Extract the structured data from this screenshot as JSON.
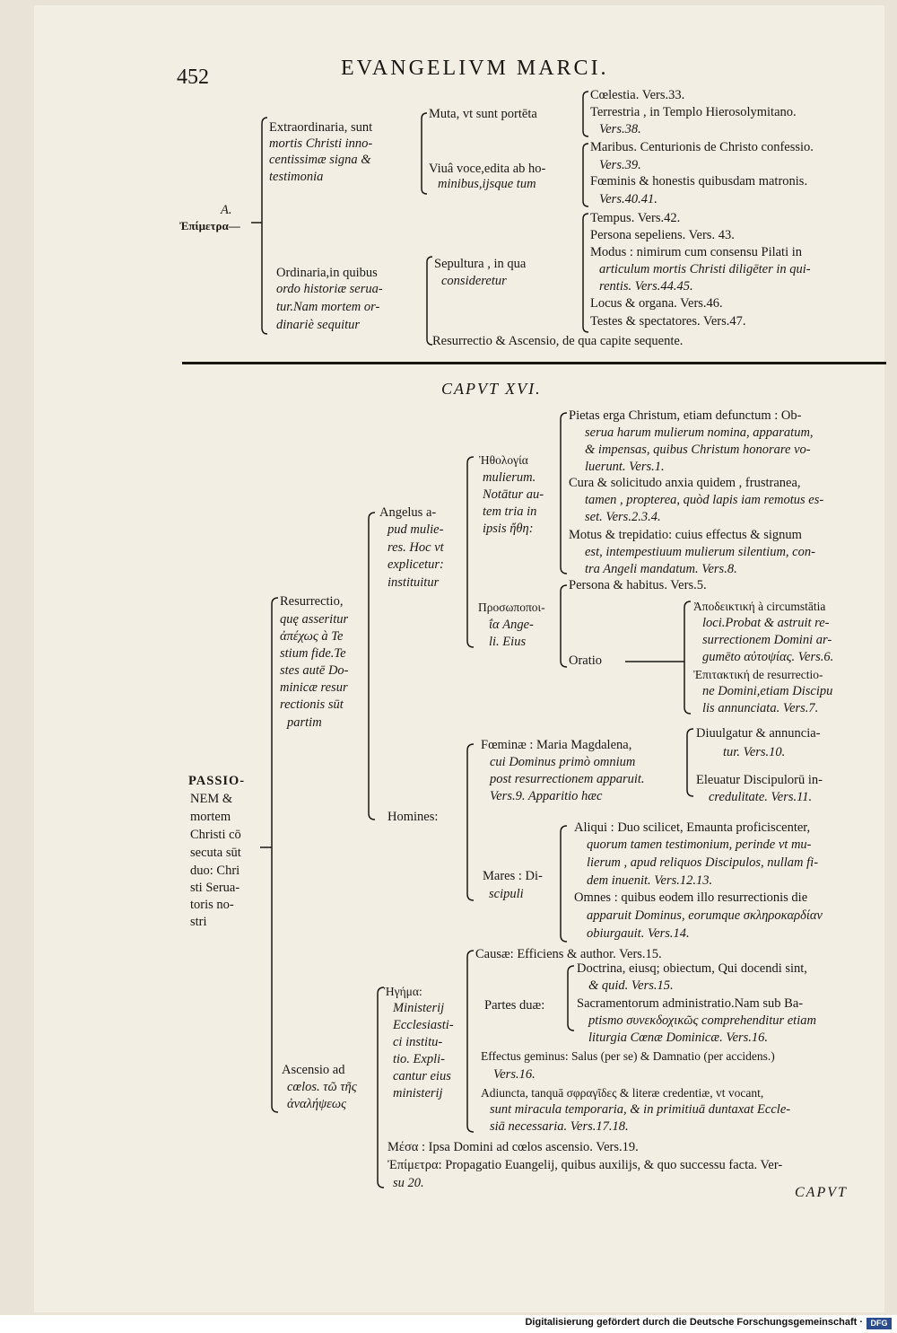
{
  "header": {
    "page_number": "452",
    "title": "EVANGELIVM MARCI."
  },
  "upper": {
    "epimetrum_label_a": "A.",
    "epimetrum_label_b": "Ἐπίμετρα—",
    "extra": [
      "Extraordinaria, sunt",
      "mortis Christi inno-",
      "centissimæ signa &",
      "testimonia"
    ],
    "muta": "Muta, vt sunt portēta",
    "viva": [
      "Viuâ voce,edita ab ho-",
      "minibus,ijsque tum"
    ],
    "muta_items": [
      "Cœlestia. Vers.33.",
      "Terrestria , in Templo Hierosolymitano.",
      "Vers.38."
    ],
    "viva_items": [
      "Maribus. Centurionis de Christo confessio.",
      "Vers.39.",
      "Fœminis & honestis quibusdam matronis.",
      "Vers.40.41."
    ],
    "ordinaria": [
      "Ordinaria,in quibus",
      "ordo historiæ serua-",
      "tur.Nam mortem or-",
      "dinariè sequitur"
    ],
    "sepultura": [
      "Sepultura  , in qua",
      "consideretur"
    ],
    "sep_items": [
      "Tempus. Vers.42.",
      "Persona sepeliens. Vers. 43.",
      "Modus : nimirum cum consensu Pilati in",
      "articulum mortis Christi diligēter in qui-",
      "rentis. Vers.44.45.",
      "Locus & organa. Vers.46.",
      "Testes & spectatores. Vers.47."
    ],
    "resurrectio_line": "Resurrectio & Ascensio, de qua capite sequente."
  },
  "caput_heading": "CAPVT XVI.",
  "lower": {
    "passio": [
      "PASSIO-",
      "NEM &",
      "mortem",
      "Christi cō",
      "secuta sūt",
      "duo: Chri",
      "sti Serua-",
      "toris no-",
      "stri"
    ],
    "resurrectio": [
      "Resurrectio,",
      "quę asseritur",
      "ἀπέχως à Te",
      "stium fide.Te",
      "stes autē Do-",
      "minicæ resur",
      "rectionis sūt",
      "partim"
    ],
    "angelus": [
      "Angelus a-",
      "pud mulie-",
      "res. Hoc vt",
      "explicetur:",
      "instituitur"
    ],
    "ethologia": [
      "Ἠθολογία",
      "mulierum.",
      "Notātur au-",
      "tem tria in",
      "ipsis ἤθη:"
    ],
    "ethologia_items": [
      "Pietas erga Christum, etiam defunctum : Ob-",
      "serua harum mulierum nomina, apparatum,",
      "& impensas, quibus Christum honorare vo-",
      "luerunt. Vers.1.",
      "Cura & solicitudo anxia quidem , frustranea,",
      "tamen , propterea, quòd lapis iam remotus es-",
      "set. Vers.2.3.4.",
      "Motus & trepidatio: cuius effectus & signum",
      "est, intempestiuum mulierum silentium, con-",
      "tra Angeli mandatum. Vers.8."
    ],
    "prosopopoeia": [
      "Προσωποποι-",
      "ΐα Ange-",
      "li. Eius"
    ],
    "persona": "Persona & habitus. Vers.5.",
    "oratio": "Oratio",
    "oratio_items": [
      "Ἀποδεικτική à circumstātia",
      "loci.Probat & astruit re-",
      "surrectionem Domini ar-",
      "gumēto αὐτοψίας. Vers.6.",
      "Ἐπιτακτική de resurrectio-",
      "ne Domini,etiam Discipu",
      "lis annunciata. Vers.7."
    ],
    "foeminae": [
      "Fœminæ : Maria Magdalena,",
      "cui Dominus primò omnium",
      "post resurrectionem apparuit.",
      "Vers.9. Apparitio hæc"
    ],
    "foeminae_items": [
      "Diuulgatur & annuncia-",
      "tur. Vers.10.",
      "Eleuatur Discipulorū in-",
      "credulitate. Vers.11."
    ],
    "homines": "Homines:",
    "mares": [
      "Mares : Di-",
      "scipuli"
    ],
    "mares_items": [
      "Aliqui : Duo scilicet, Emaunta proficiscenter,",
      "quorum tamen testimonium, perinde vt mu-",
      "lierum , apud reliquos Discipulos, nullam fi-",
      "dem inuenit. Vers.12.13.",
      "Omnes : quibus eodem illo resurrectionis die",
      "apparuit Dominus, eorumque σκληροκαρδίαν",
      "obiurgauit. Vers.14."
    ],
    "ascensio": [
      "Ascensio ad",
      "cœlos. τῶ τῆς",
      "ἀναλήψεως"
    ],
    "hegemata": [
      "Ἡγήμα:",
      "Ministerij",
      "Ecclesiasti-",
      "ci institu-",
      "tio. Expli-",
      "cantur eius",
      "ministerij"
    ],
    "causae": "Causæ: Efficiens & author. Vers.15.",
    "partes": "Partes duæ:",
    "partes_items": [
      "Doctrina, eiusq; obiectum, Qui docendi sint,",
      "& quid. Vers.15.",
      "Sacramentorum administratio.Nam sub Ba-",
      "ptismo συνεκδοχικῶς comprehenditur etiam",
      "liturgia Cœnæ Dominicæ. Vers.16."
    ],
    "effectus": [
      "Effectus geminus: Salus (per se) & Damnatio (per accidens.)",
      "Vers.16."
    ],
    "adiuncta": [
      "Adiuncta, tanquā σφραγῖδες & literæ credentiæ, vt vocant,",
      "sunt miracula temporaria, & in primitiuā duntaxat Eccle-",
      "siā necessaria. Vers.17.18."
    ],
    "mesa": "Μέσα : Ipsa Domini ad cœlos ascensio. Vers.19.",
    "epimetrum": [
      "Ἐπίμετρα: Propagatio Euangelij, quibus auxilijs, & quo successu facta. Ver-",
      "su 20."
    ]
  },
  "catchword": "CAPVT",
  "footer": {
    "text": "Digitalisierung gefördert durch die Deutsche Forschungsgemeinschaft ·",
    "logo": "DFG"
  }
}
